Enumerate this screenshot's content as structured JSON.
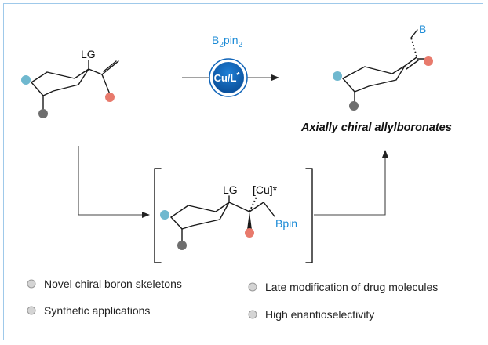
{
  "reagent": {
    "b2pin2_base": "B",
    "b2pin2_sub1": "2",
    "b2pin2_mid": "pin",
    "b2pin2_sub2": "2",
    "catalyst": "Cu/L",
    "catalyst_star": "*"
  },
  "labels": {
    "leaving_group": "LG",
    "product_boron": "B",
    "intermediate_lg": "LG",
    "copper": "[Cu]*",
    "bpin": "Bpin"
  },
  "title": "Axially chiral allylboronates",
  "features": [
    {
      "label": "Novel chiral boron skeletons"
    },
    {
      "label": "Synthetic applications"
    },
    {
      "label": "Late modification of drug molecules"
    },
    {
      "label": "High enantioselectivity"
    }
  ],
  "colors": {
    "frame": "#9fc9ea",
    "accent_blue": "#1a8ad6",
    "catalyst_fill": "#0e63b8",
    "teal_substituent": "#6fb8cf",
    "red_substituent": "#e87a6c",
    "grey_substituent": "#6e6e6e"
  }
}
